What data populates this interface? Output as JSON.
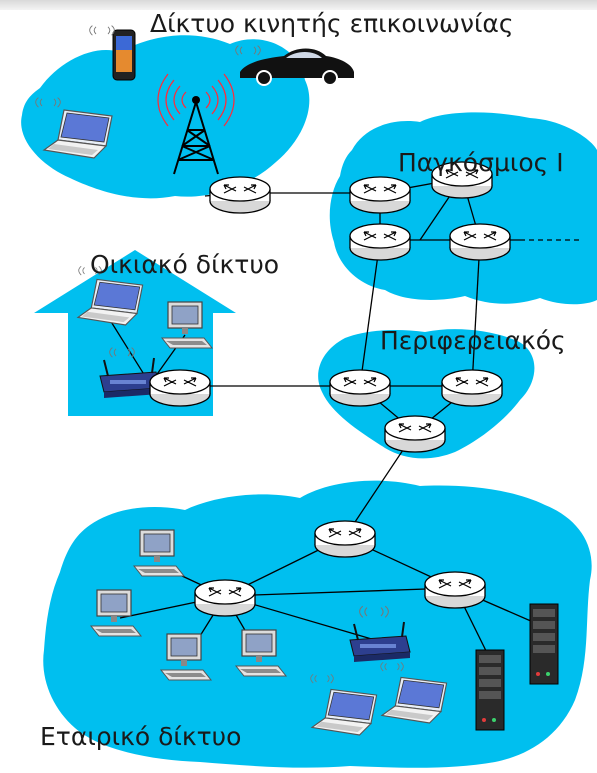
{
  "diagram": {
    "labels": {
      "mobile_network": "Δίκτυο κινητής επικοινωνίας",
      "global_isp": "Παγκόσμιος Ι",
      "home_network": "Οικιακό δίκτυο",
      "regional_isp": "Περιφερειακός",
      "enterprise_network": "Εταιρικό δίκτυο"
    },
    "colors": {
      "cloud": "#00bfef",
      "cloud_light": "#29c4ee",
      "router_fill": "#ffffff",
      "link": "#000000"
    },
    "icons": [
      "smartphone-icon",
      "car-icon",
      "cell-tower-icon",
      "laptop-icon",
      "desktop-icon",
      "wireless-router-icon",
      "server-icon",
      "router-icon"
    ]
  }
}
